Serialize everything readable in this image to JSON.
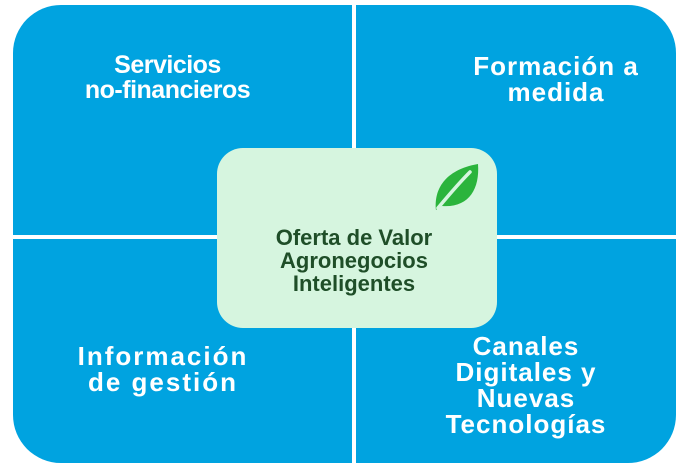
{
  "colors": {
    "quadrant_fill": "#00a3e0",
    "center_fill": "#d6f5df",
    "center_text": "#1f4e28",
    "leaf": "#2bb43c"
  },
  "quadrants": {
    "top_left": {
      "lines": [
        "Servicios",
        "no-financieros"
      ]
    },
    "top_right": {
      "lines": [
        "Formación a",
        "medida"
      ]
    },
    "bottom_left": {
      "lines": [
        "Información",
        "de gestión"
      ]
    },
    "bottom_right": {
      "lines": [
        "Canales",
        "Digitales y",
        "Nuevas",
        "Tecnologías"
      ]
    }
  },
  "center": {
    "lines": [
      "Oferta de Valor",
      "Agronegocios",
      "Inteligentes"
    ],
    "icon": "leaf-icon"
  }
}
